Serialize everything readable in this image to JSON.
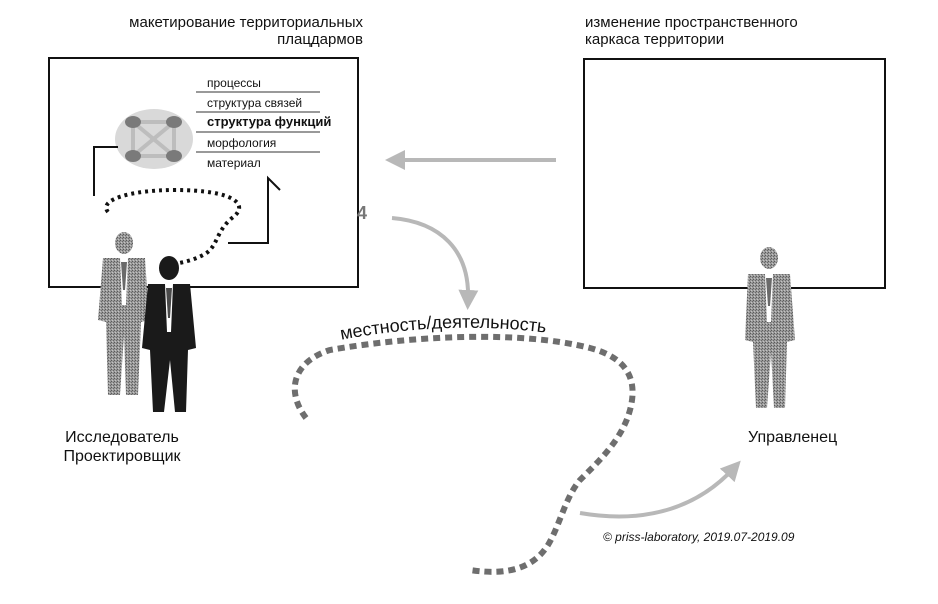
{
  "left_panel": {
    "title_line1": "макетирование территориальных",
    "title_line2": "плацдармов",
    "layers": [
      {
        "label": "процессы",
        "bold": false
      },
      {
        "label": "структура связей",
        "bold": false
      },
      {
        "label": "структура функций",
        "bold": true
      },
      {
        "label": "морфология",
        "bold": false
      },
      {
        "label": "материал",
        "bold": false
      }
    ]
  },
  "right_panel": {
    "title_line1": "изменение пространственного",
    "title_line2": "каркаса территории"
  },
  "step_number": "4",
  "arc_label": "местность/деятельность",
  "actors": {
    "left_line1": "Исследователь",
    "left_line2": "Проектировщик",
    "right": "Управленец"
  },
  "credit": "© priss-laboratory, 2019.07-2019.09",
  "colors": {
    "frame": "#111111",
    "arrow": "#b8b8b8",
    "dots": "#6e6e6e",
    "node": "#7a7a7a",
    "node_bg": "#d9d9d9",
    "person_gray": "#8a8a8a",
    "person_black": "#1a1a1a"
  }
}
